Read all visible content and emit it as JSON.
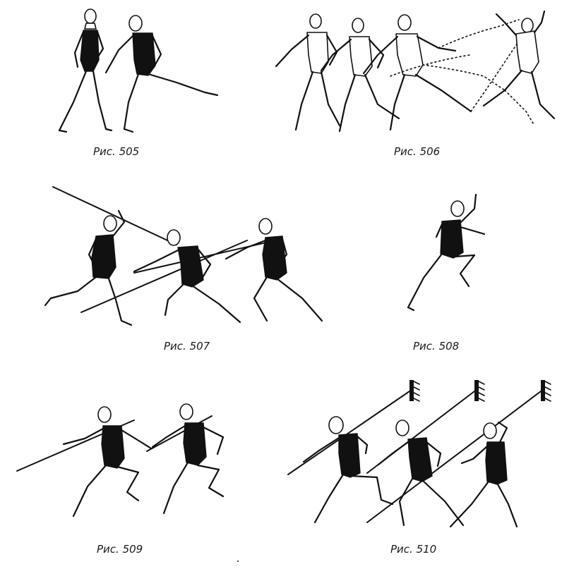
{
  "figures": [
    {
      "id": "505",
      "caption": "Рис. 505"
    },
    {
      "id": "506",
      "caption": "Рис. 506"
    },
    {
      "id": "507",
      "caption": "Рис. 507"
    },
    {
      "id": "508",
      "caption": "Рис. 508"
    },
    {
      "id": "509",
      "caption": "Рис. 509"
    },
    {
      "id": "510",
      "caption": "Рис. 510"
    }
  ],
  "illustration_style": "black-ink line drawings of athletes in javelin throwing technique",
  "colors": {
    "ink": "#111111",
    "paper": "#ffffff"
  }
}
